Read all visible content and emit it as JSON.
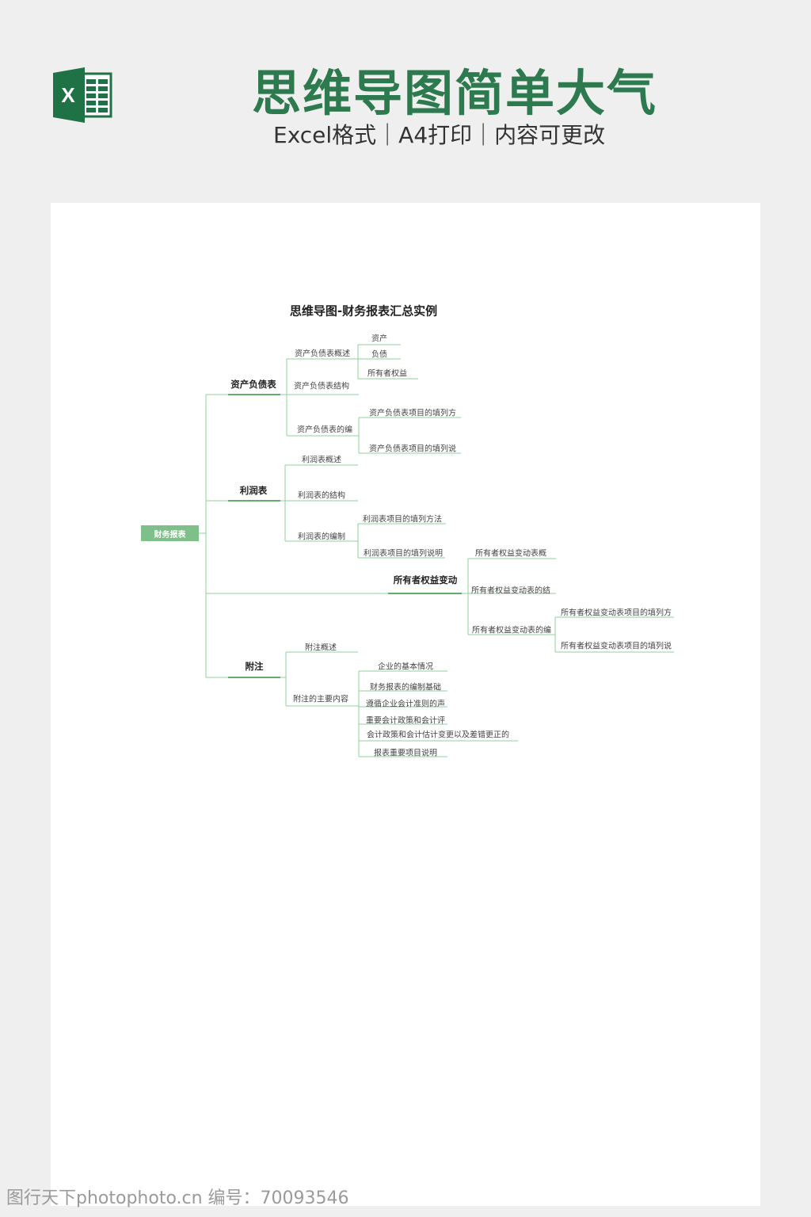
{
  "header": {
    "title": "思维导图简单大气",
    "subtitle": "Excel格式｜A4打印｜内容可更改",
    "logo_icon": "excel-icon",
    "logo_letter": "X"
  },
  "colors": {
    "brand": "#2e7a4f",
    "line": "#8fd19a",
    "root_fill": "#7fbf8a"
  },
  "mindmap": {
    "title": "思维导图-财务报表汇总实例",
    "root": "财务报表",
    "branches": [
      {
        "label": "资产负债表",
        "children": [
          {
            "label": "资产负债表概述",
            "children": [
              "资产",
              "负债",
              "所有者权益"
            ]
          },
          {
            "label": "资产负债表结构",
            "children": []
          },
          {
            "label": "资产负债表的编",
            "children": [
              "资产负债表项目的填列方",
              "资产负债表项目的填列说"
            ]
          }
        ]
      },
      {
        "label": "利润表",
        "children": [
          {
            "label": "利润表概述",
            "children": []
          },
          {
            "label": "利润表的结构",
            "children": []
          },
          {
            "label": "利润表的编制",
            "children": [
              "利润表项目的填列方法",
              "利润表项目的填列说明"
            ]
          }
        ]
      },
      {
        "label": "所有者权益变动",
        "children": [
          {
            "label": "所有者权益变动表概",
            "children": []
          },
          {
            "label": "所有者权益变动表的结",
            "children": []
          },
          {
            "label": "所有者权益变动表的编",
            "children": [
              "所有者权益变动表项目的填列方",
              "所有者权益变动表项目的填列说"
            ]
          }
        ]
      },
      {
        "label": "附注",
        "children": [
          {
            "label": "附注概述",
            "children": []
          },
          {
            "label": "附注的主要内容",
            "children": [
              "企业的基本情况",
              "财务报表的编制基础",
              "遵循企业会计准则的声",
              "重要会计政策和会计评",
              "会计政策和会计估计变更以及差错更正的",
              "报表重要项目说明"
            ]
          }
        ]
      }
    ]
  },
  "watermark": "图行天下photophoto.cn 编号：70093546"
}
